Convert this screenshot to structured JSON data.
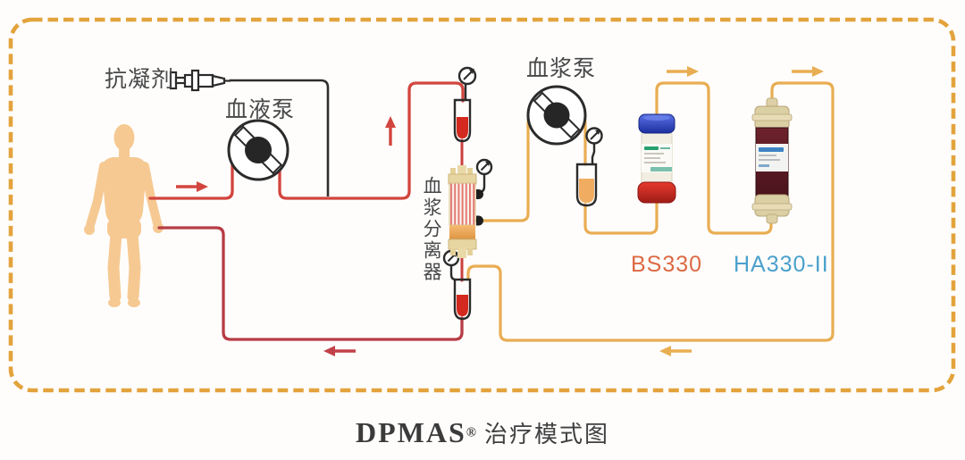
{
  "diagram": {
    "title": {
      "brand": "DPMAS",
      "registered_mark": "®",
      "suffix": "治疗模式图"
    },
    "labels": {
      "anticoagulant": "抗凝剂",
      "blood_pump": "血液泵",
      "plasma_pump": "血浆泵",
      "plasma_separator": "血浆分离器",
      "bs330": "BS330",
      "ha330": "HA330-II"
    },
    "colors": {
      "blood_line": "#d2453e",
      "blood_return_line": "#b73c45",
      "plasma_line": "#e9ad52",
      "dashed_border": "#e3a33c",
      "bs330_label": "#dc6943",
      "ha330_label": "#4aa0cc",
      "patient_skin": "#f6c992",
      "label_text": "#474747",
      "title_text": "#3b3b3b"
    },
    "icons": {
      "patient": "human-silhouette",
      "syringe": "syringe-icon",
      "blood_pump": "roller-pump-icon",
      "plasma_pump": "roller-pump-icon",
      "pressure_gauge": "pressure-gauge-icon",
      "flow_arrow": "flow-arrow-icon"
    }
  }
}
